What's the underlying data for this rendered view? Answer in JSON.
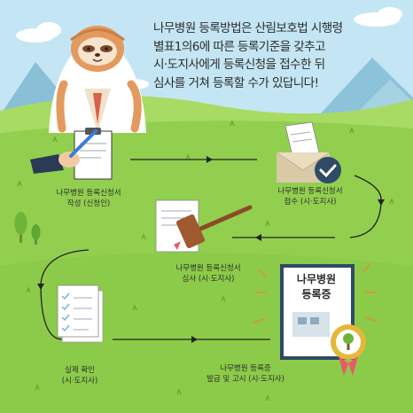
{
  "headline": {
    "line1": "나무병원 등록방법은 산림보호법 시행령",
    "line2": "별표1의6에 따른 등록기준을 갖추고",
    "line3": "시·도지사에게 등록신청을 접수한 뒤",
    "line4": "심사를 거쳐 등록할 수가 있답니다!"
  },
  "steps": [
    {
      "line1": "나무병원 등록신청서",
      "line2": "작성 (신청인)"
    },
    {
      "line1": "나무병원 등록신청서",
      "line2": "접수 (시·도지사)"
    },
    {
      "line1": "나무병원 등록신청서",
      "line2": "심사 (시·도지사)"
    },
    {
      "line1": "실제 확인",
      "line2": "(시·도지사)"
    },
    {
      "line1": "나무병원 등록증",
      "line2": "발급 및 고시 (시·도지사)"
    }
  ],
  "certificate": {
    "line1": "나무병원",
    "line2": "등록증"
  },
  "colors": {
    "sky": "#bfe3f2",
    "hill": "#9fd45b",
    "ground": "#8fcb4d",
    "orange": "#e8a26a"
  }
}
